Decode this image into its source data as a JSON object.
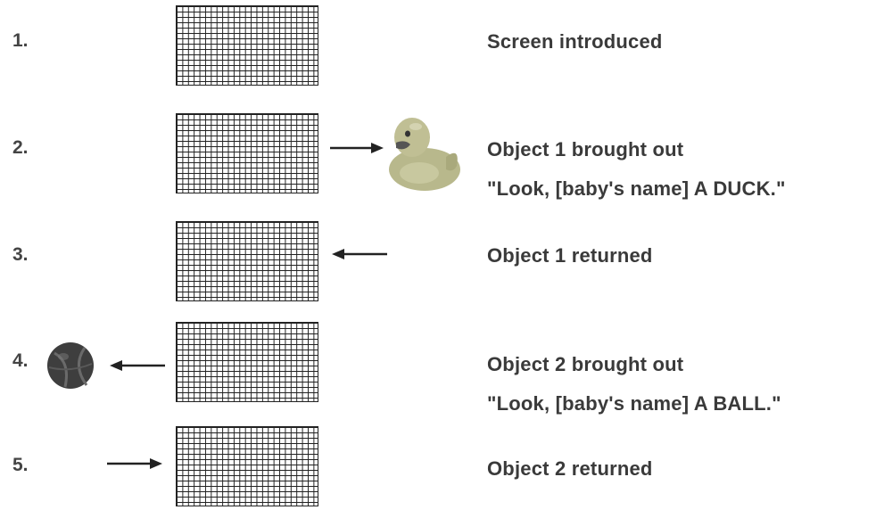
{
  "steps": [
    {
      "number": "1.",
      "lines": [
        "Screen introduced"
      ]
    },
    {
      "number": "2.",
      "lines": [
        "Object 1 brought out",
        "\"Look, [baby's name] A DUCK.\""
      ]
    },
    {
      "number": "3.",
      "lines": [
        "Object 1 returned"
      ]
    },
    {
      "number": "4.",
      "lines": [
        "Object 2 brought out",
        "\"Look, [baby's name] A BALL.\""
      ]
    },
    {
      "number": "5.",
      "lines": [
        "Object 2 returned"
      ]
    }
  ],
  "objects": {
    "object1_icon": "rubber-duck-icon",
    "object2_icon": "ball-icon"
  },
  "colors": {
    "grid": "#222222",
    "text": "#3a3a3a",
    "duck": "#b5b58a",
    "ball": "#444444"
  }
}
